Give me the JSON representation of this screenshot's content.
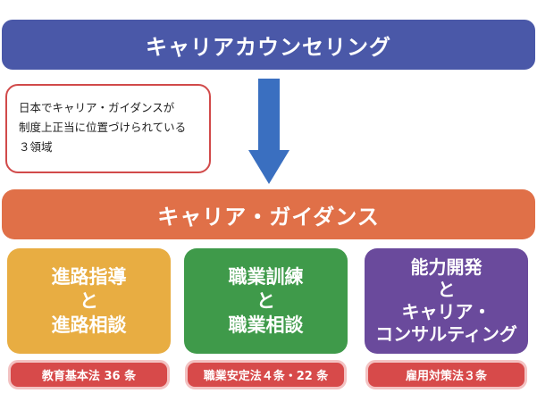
{
  "top_banner": {
    "label": "キャリアカウンセリング",
    "color": "#4a58a8"
  },
  "note": {
    "lines": [
      "日本でキャリア・ガイダンスが",
      "制度上正当に位置づけられている",
      "３領域"
    ],
    "border_color": "#d14a4a"
  },
  "arrow": {
    "icon": "down-arrow-icon",
    "color": "#3a6fc0"
  },
  "guidance_banner": {
    "label": "キャリア・ガイダンス",
    "color": "#e07048"
  },
  "domains": [
    {
      "lines": [
        "進路指導",
        "と",
        "進路相談"
      ],
      "color": "#e8ad42",
      "law": "教育基本法 36 条"
    },
    {
      "lines": [
        "職業訓練",
        "と",
        "職業相談"
      ],
      "color": "#3f9a4a",
      "law": "職業安定法４条・22 条"
    },
    {
      "lines": [
        "能力開発",
        "と",
        "キャリア・",
        "コンサルティング"
      ],
      "color": "#6a4a9c",
      "law": "雇用対策法３条"
    }
  ]
}
